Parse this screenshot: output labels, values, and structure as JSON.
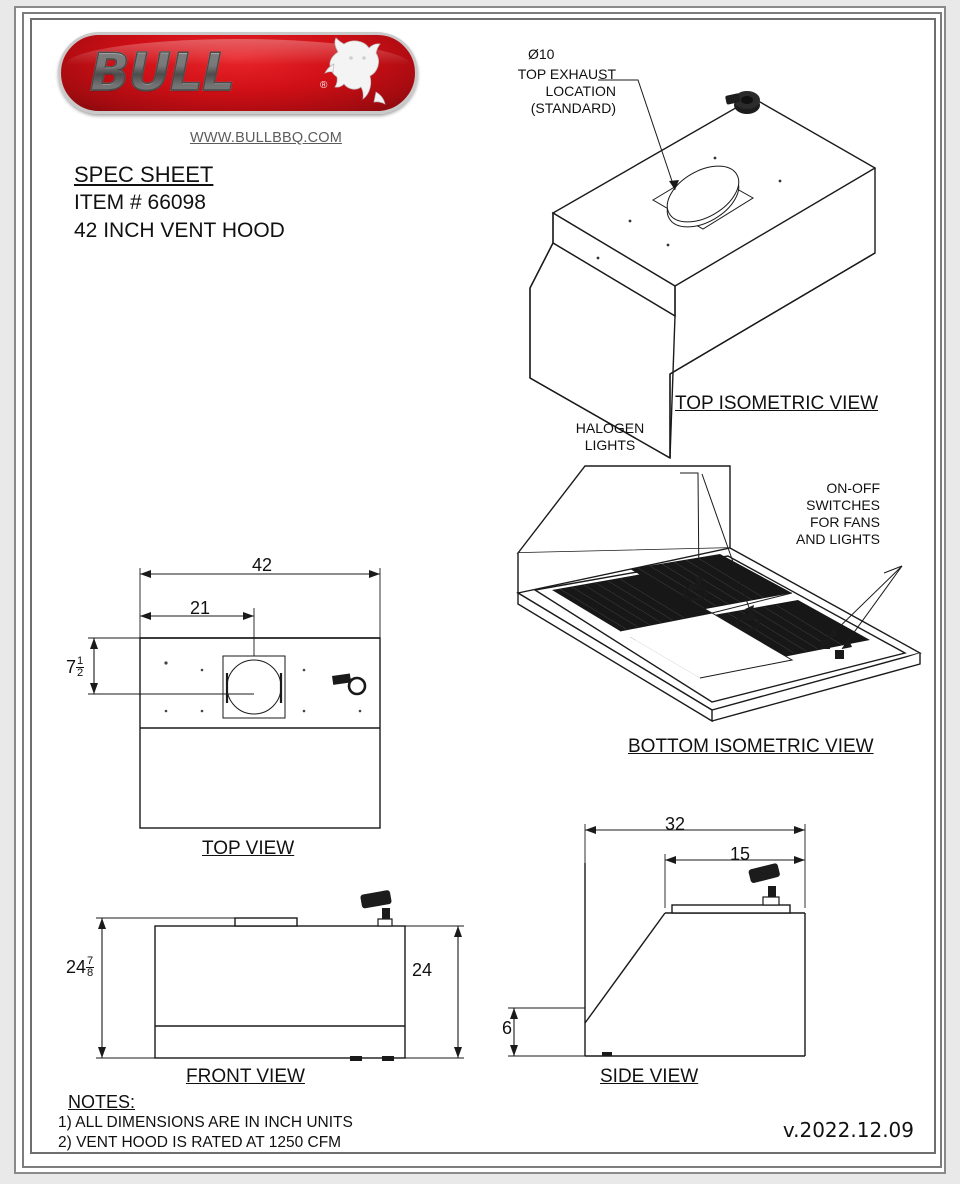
{
  "document": {
    "brand": "BULL",
    "registered_mark": "®",
    "website": "WWW.BULLBBQ.COM",
    "title": "SPEC SHEET",
    "item_number": "ITEM # 66098",
    "product_name": "42 INCH VENT HOOD",
    "version": "v.2022.12.09"
  },
  "views": {
    "top_isometric": {
      "label": "TOP ISOMETRIC VIEW",
      "callout_diameter": "Ø10",
      "callout_text": "TOP EXHAUST\nLOCATION\n(STANDARD)",
      "callout_line1": "TOP EXHAUST",
      "callout_line2": "LOCATION",
      "callout_line3": "(STANDARD)"
    },
    "bottom_isometric": {
      "label": "BOTTOM ISOMETRIC VIEW",
      "callout_lights_line1": "HALOGEN",
      "callout_lights_line2": "LIGHTS",
      "callout_switches_line1": "ON-OFF",
      "callout_switches_line2": "SWITCHES",
      "callout_switches_line3": "FOR FANS",
      "callout_switches_line4": "AND LIGHTS"
    },
    "top": {
      "label": "TOP VIEW",
      "dim_width": "42",
      "dim_center": "21",
      "dim_depth_whole": "7",
      "dim_depth_num": "1",
      "dim_depth_den": "2"
    },
    "front": {
      "label": "FRONT VIEW",
      "dim_overall_whole": "24",
      "dim_overall_num": "7",
      "dim_overall_den": "8",
      "dim_height": "24"
    },
    "side": {
      "label": "SIDE VIEW",
      "dim_depth": "32",
      "dim_top_flat": "15",
      "dim_lower_face": "6"
    }
  },
  "notes": {
    "title": "NOTES:",
    "items": [
      "1) ALL DIMENSIONS ARE IN INCH UNITS",
      "2) VENT HOOD IS RATED AT 1250 CFM"
    ]
  },
  "colors": {
    "brand_red": "#cf0f16",
    "line": "#1a1a1a",
    "filter_dark": "#171717",
    "url_gray": "#5c5c5c"
  }
}
